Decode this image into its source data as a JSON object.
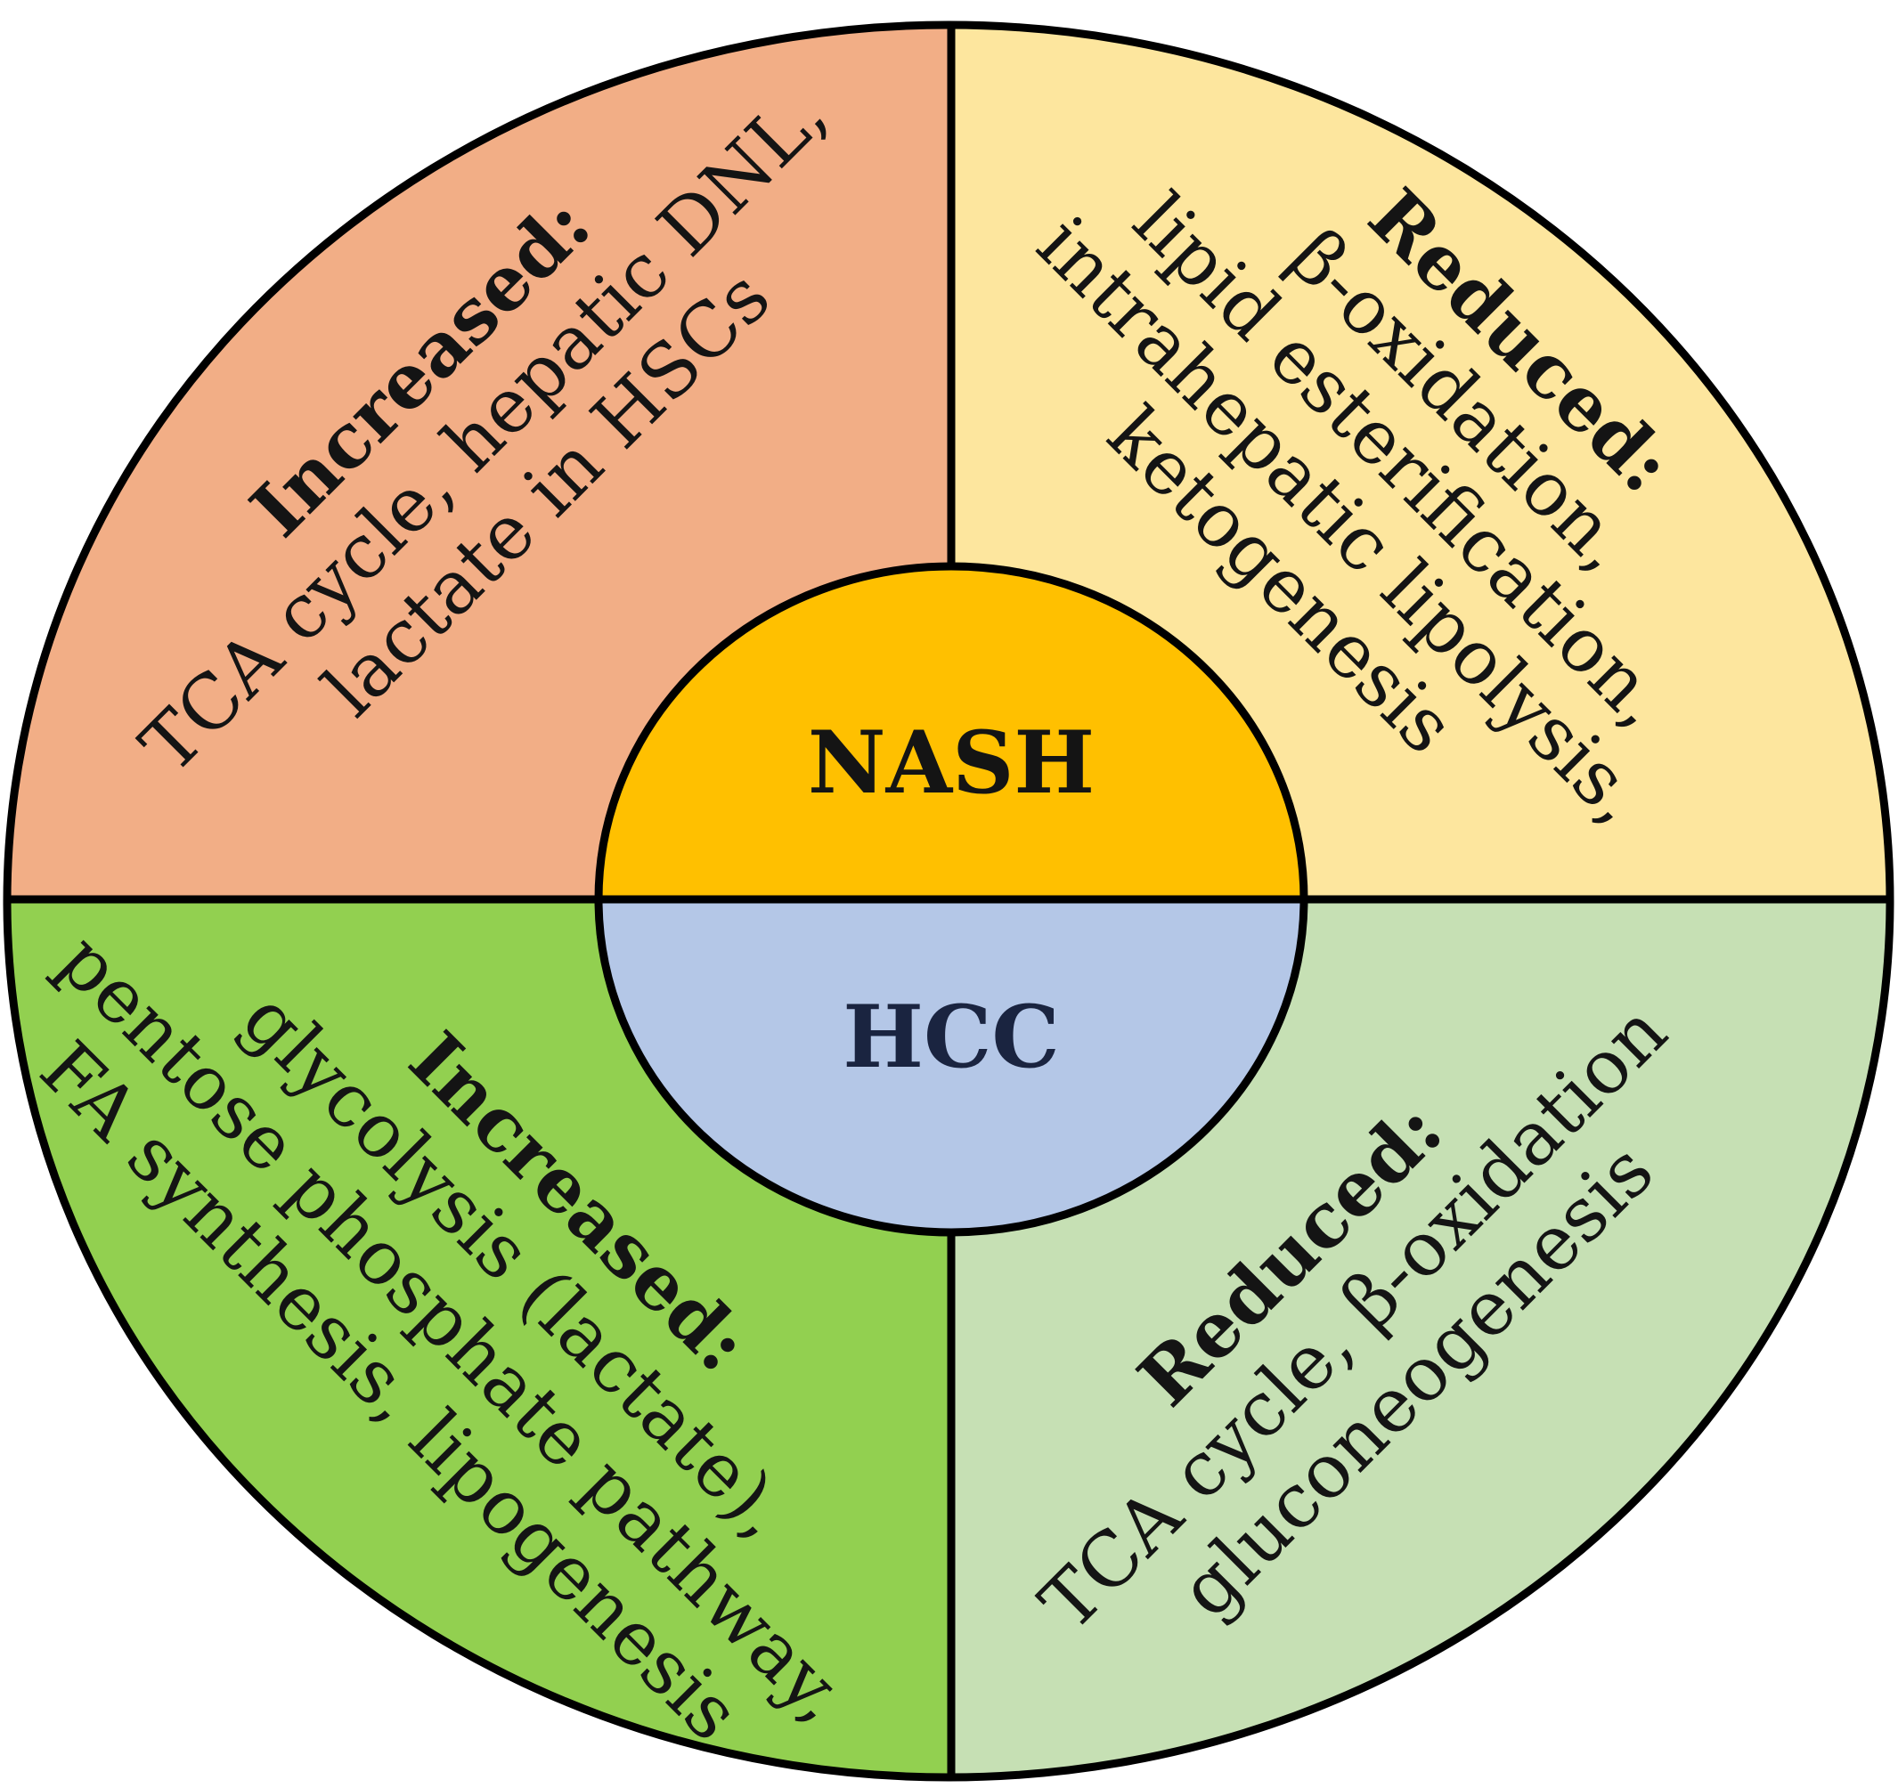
{
  "colors": {
    "top_left": "#F2AE86",
    "top_right": "#FDE69E",
    "bottom_left": "#92D050",
    "bottom_right": "#C6E0B4",
    "nash_center": "#FFC000",
    "hcc_center": "#B4C7E7",
    "outline": "#000000"
  },
  "center": {
    "nash": "NASH",
    "hcc": "HCC"
  },
  "quadrants": {
    "top_left": {
      "title": "Increased:",
      "lines": [
        "TCA cycle, hepatic DNL,",
        "lactate in HSCs"
      ]
    },
    "top_right": {
      "title": "Reduced:",
      "lines": [
        "β-oxidation,",
        "lipid esterification,",
        "intrahepatic lipolysis,",
        "ketogenesis"
      ]
    },
    "bottom_left": {
      "title": "Increased:",
      "lines": [
        "glycolysis (lactate),",
        "pentose phosphate pathway,",
        "FA synthesis, lipogenesis"
      ]
    },
    "bottom_right": {
      "title": "Reduced:",
      "lines": [
        "TCA cycle, β-oxidation",
        "gluconeogenesis"
      ]
    }
  }
}
